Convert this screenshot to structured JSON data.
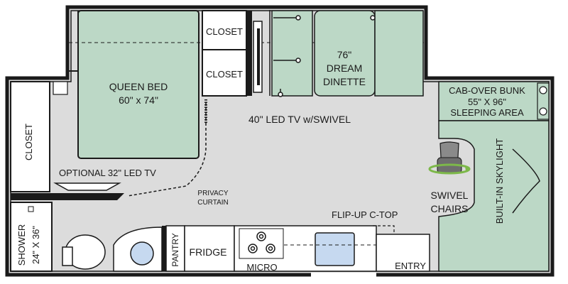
{
  "colors": {
    "wall": "#1a1a1a",
    "floor": "#dcdcdc",
    "green": "#bcd8c6",
    "white": "#ffffff",
    "accent": "#7db84a",
    "sink": "#c6d9f0"
  },
  "labels": {
    "closet_top": "CLOSET",
    "closet_mid": "CLOSET",
    "closet_left": "CLOSET",
    "bed_line1": "QUEEN BED",
    "bed_line2": "60\" x 74\"",
    "dinette_line1": "76\"",
    "dinette_line2": "DREAM",
    "dinette_line3": "DINETTE",
    "tv_main": "40\" LED TV  w/SWIVEL",
    "tv_optional": "OPTIONAL 32\" LED TV",
    "bunk_line1": "CAB-OVER BUNK",
    "bunk_line2": "55\" X 96\"",
    "bunk_line3": "SLEEPING AREA",
    "skylight": "BUILT-IN SKYLIGHT",
    "chairs_line1": "SWIVEL",
    "chairs_line2": "CHAIRS",
    "privacy_line1": "PRIVACY",
    "privacy_line2": "CURTAIN",
    "flip_up": "FLIP-UP C-TOP",
    "shower_line1": "SHOWER",
    "shower_line2": "24\" X 36\"",
    "pantry": "PANTRY",
    "fridge": "FRIDGE",
    "micro": "MICRO",
    "entry": "ENTRY"
  },
  "icons": [
    "swivel-chair-icon",
    "toilet-icon",
    "bathroom-sink-icon",
    "stovetop-icon",
    "kitchen-sink-icon",
    "tv-icon"
  ]
}
